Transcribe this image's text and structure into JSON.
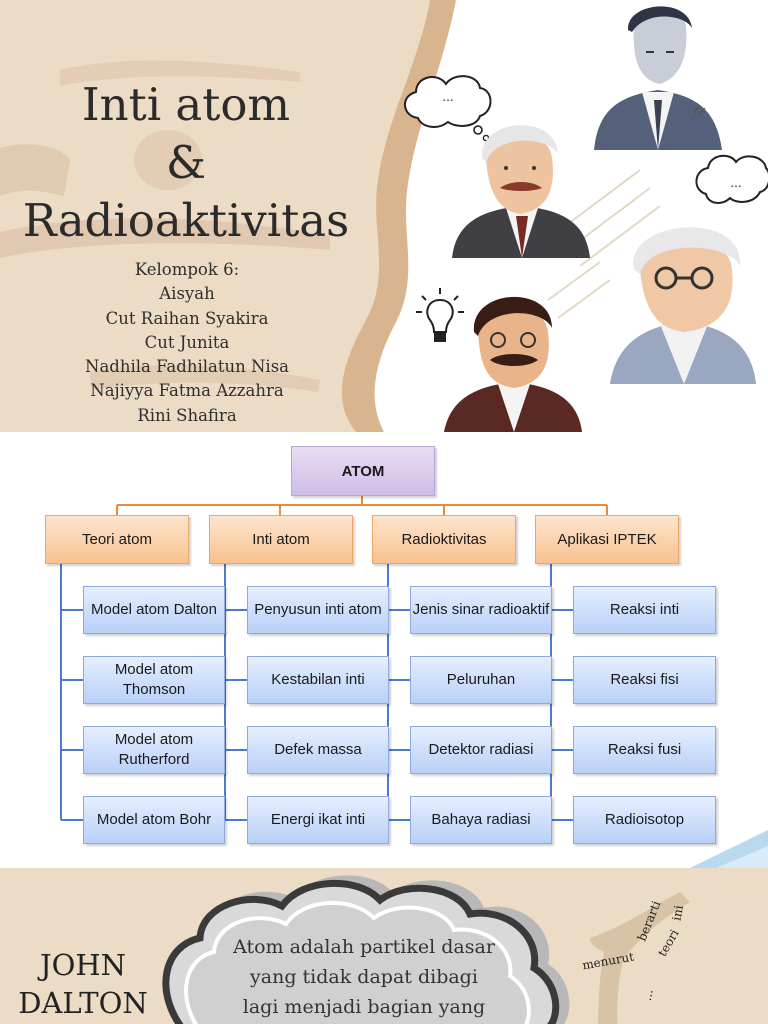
{
  "slide1": {
    "title_line1": "Inti atom",
    "title_line2": "&",
    "title_line3": "Radioaktivitas",
    "group_label": "Kelompok 6:",
    "members": [
      "Aisyah",
      "Cut Raihan Syakira",
      "Cut Junita",
      "Nadhila Fadhilatun Nisa",
      "Najiyya Fatma Azzahra",
      "Rini Shafira"
    ],
    "bubble_left": "...",
    "bubble_right": "..."
  },
  "slide2": {
    "root": "ATOM",
    "categories": [
      {
        "label": "Teori atom",
        "items": [
          "Model atom Dalton",
          "Model atom Thomson",
          "Model atom Rutherford",
          "Model atom Bohr"
        ]
      },
      {
        "label": "Inti atom",
        "items": [
          "Penyusun inti atom",
          "Kestabilan inti",
          "Defek massa",
          "Energi ikat inti"
        ]
      },
      {
        "label": "Radioktivitas",
        "items": [
          "Jenis sinar radioaktif",
          "Peluruhan",
          "Detektor radiasi",
          "Bahaya radiasi"
        ]
      },
      {
        "label": "Aplikasi IPTEK",
        "items": [
          "Reaksi inti",
          "Reaksi fisi",
          "Reaksi fusi",
          "Radioisotop"
        ]
      }
    ]
  },
  "slide3": {
    "name_line1": "JOHN",
    "name_line2": "DALTON",
    "cloud_lines": [
      "Atom adalah partikel dasar",
      "yang tidak dapat dibagi",
      "lagi menjadi bagian yang"
    ],
    "branch_words": [
      "ini",
      "berarti",
      "teori",
      "menurut",
      "..."
    ]
  },
  "colors": {
    "slide_background": "#ecdcc6",
    "root_box": "#d8c9ee",
    "category_box": "#f9cc9f",
    "leaf_box": "#c9dbf9",
    "category_connector": "#ec8a3a",
    "leaf_connector": "#4a7bd0"
  }
}
